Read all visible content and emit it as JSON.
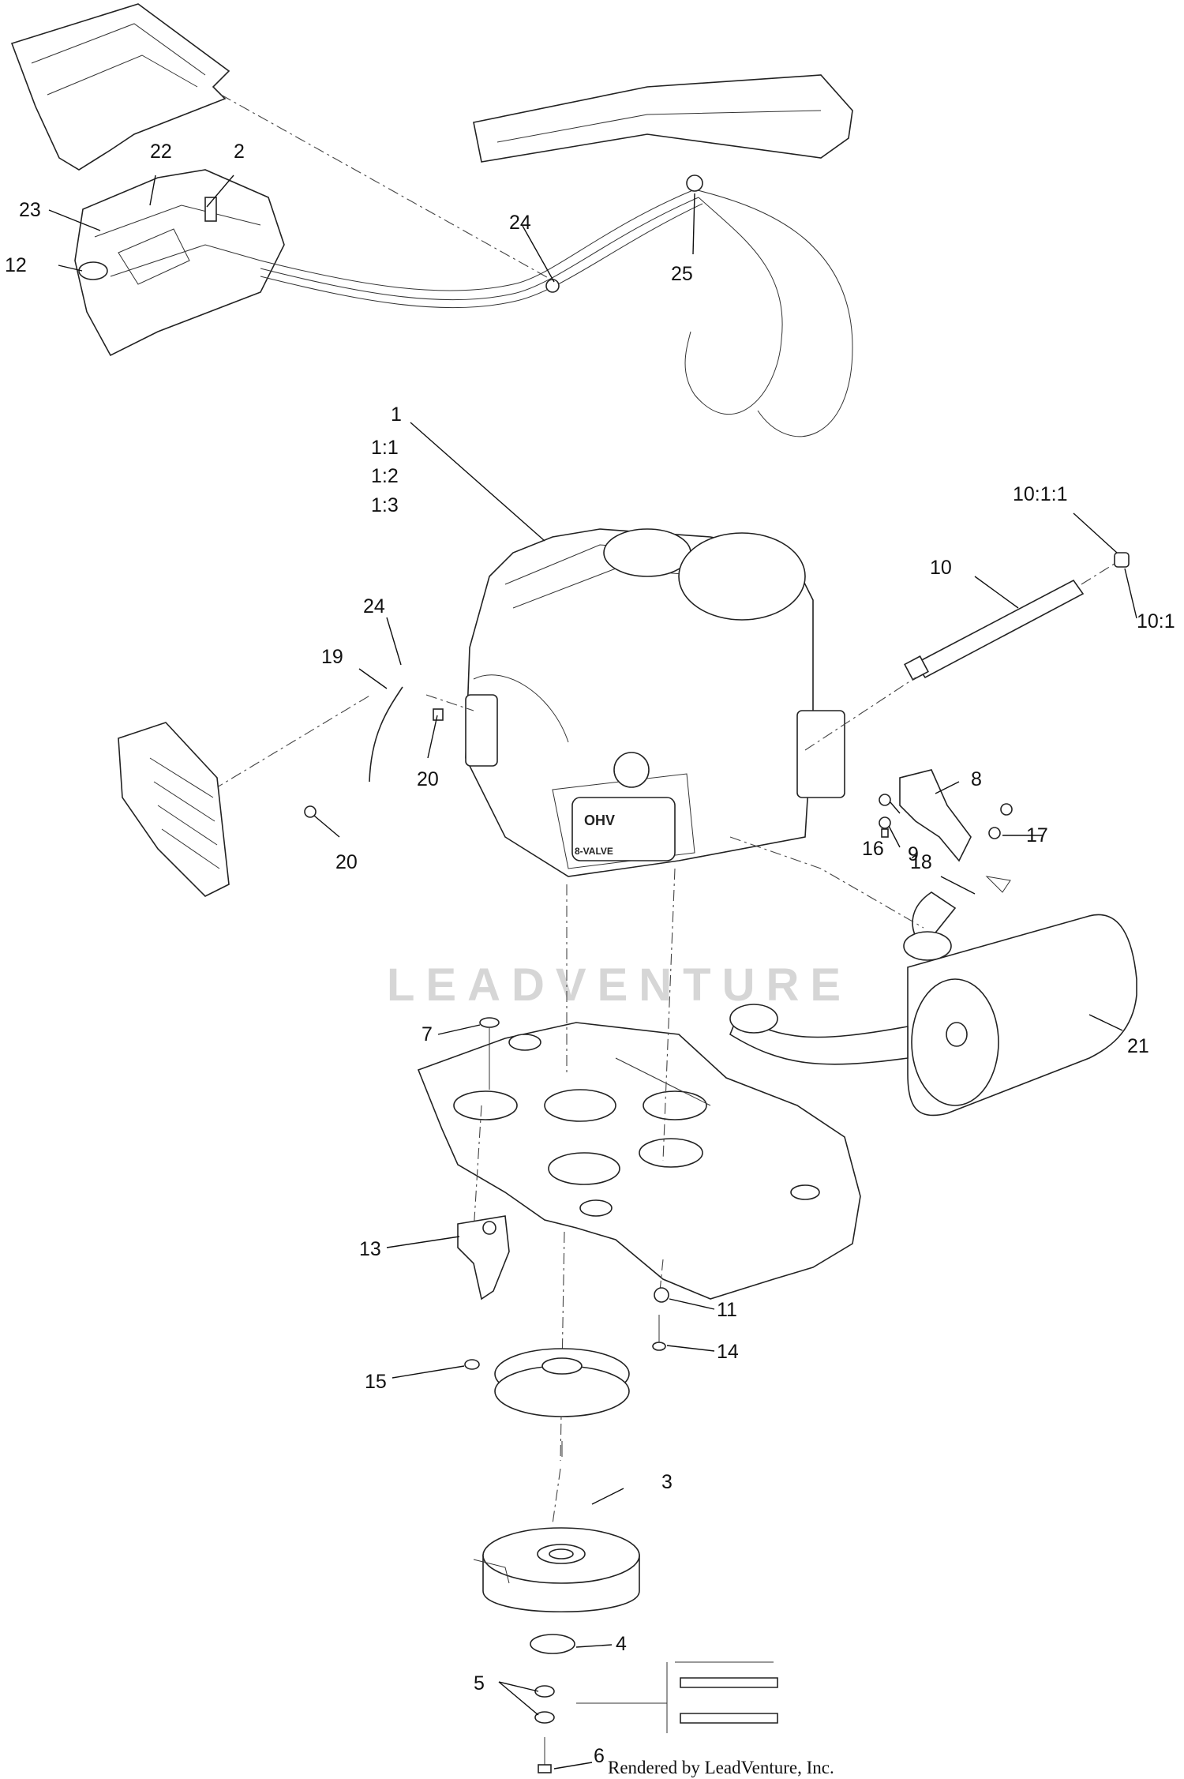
{
  "diagram": {
    "watermark": "LEADVENTURE",
    "credit": "Rendered by LeadVenture, Inc.",
    "engine_badges": [
      "OHV",
      "8-VALVE"
    ],
    "callouts": {
      "c1": "1",
      "c1_1": "1:1",
      "c1_2": "1:2",
      "c1_3": "1:3",
      "c2": "2",
      "c3": "3",
      "c4": "4",
      "c5": "5",
      "c6": "6",
      "c7": "7",
      "c8": "8",
      "c9": "9",
      "c10": "10",
      "c10_1": "10:1",
      "c10_1_1": "10:1:1",
      "c11": "11",
      "c12": "12",
      "c13": "13",
      "c14": "14",
      "c15": "15",
      "c16": "16",
      "c17": "17",
      "c18": "18",
      "c19": "19",
      "c20a": "20",
      "c20b": "20",
      "c21": "21",
      "c22": "22",
      "c23": "23",
      "c24a": "24",
      "c24b": "24",
      "c25": "25"
    }
  }
}
